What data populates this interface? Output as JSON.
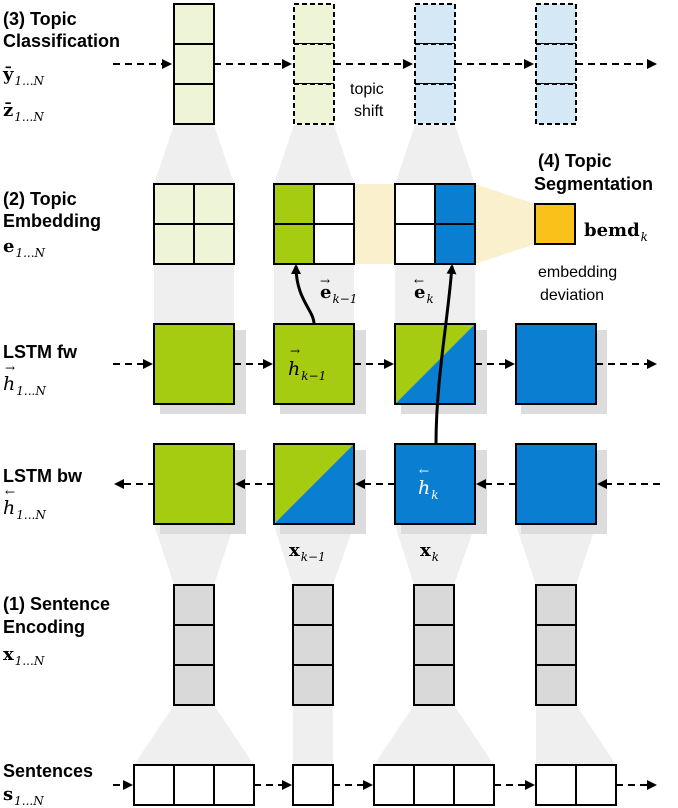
{
  "colors": {
    "green": "#a6cc11",
    "green_light": "#eef4d6",
    "blue": "#0a7fd1",
    "blue_light": "#d4e8f5",
    "gray": "#d9d9d9",
    "yellow": "#f9c21b",
    "highlight": "#faf0cd",
    "funnel": "#efefef",
    "shadow": "#dcdcdc"
  },
  "rows": {
    "topic_classification": {
      "title_line1": "(3) Topic",
      "title_line2": "Classification",
      "var1_sym": "ȳ",
      "var1_sub": "1...N",
      "var2_sym": "z̄",
      "var2_sub": "1...N"
    },
    "topic_embedding": {
      "title_line1": "(2) Topic",
      "title_line2": "Embedding",
      "var_sym": "e",
      "var_sub": "1...N"
    },
    "lstm_fw": {
      "title": "LSTM fw",
      "var_sym": "h",
      "var_arrow": "→",
      "var_sub": "1...N"
    },
    "lstm_bw": {
      "title": "LSTM bw",
      "var_sym": "h",
      "var_arrow": "←",
      "var_sub": "1...N"
    },
    "sentence_encoding": {
      "title_line1": "(1) Sentence",
      "title_line2": "Encoding",
      "var_sym": "x",
      "var_sub": "1...N"
    },
    "sentences": {
      "title": "Sentences",
      "var_sym": "s",
      "var_sub": "1...N"
    }
  },
  "segmentation": {
    "title_line1": "(4) Topic",
    "title_line2": "Segmentation",
    "bemd": "bemd",
    "bemd_sub": "k",
    "note_line1": "embedding",
    "note_line2": "deviation"
  },
  "annotations": {
    "topic_shift_line1": "topic",
    "topic_shift_line2": "shift",
    "e_prev_sym": "e",
    "e_prev_arrow": "→",
    "e_prev_sub": "k−1",
    "e_k_sym": "e",
    "e_k_arrow": "←",
    "e_k_sub": "k",
    "h_prev_sym": "h",
    "h_prev_arrow": "→",
    "h_prev_sub": "k−1",
    "h_k_sym": "h",
    "h_k_arrow": "←",
    "h_k_sub": "k",
    "x_prev_sym": "x",
    "x_prev_sub": "k−1",
    "x_k_sym": "x",
    "x_k_sub": "k"
  }
}
